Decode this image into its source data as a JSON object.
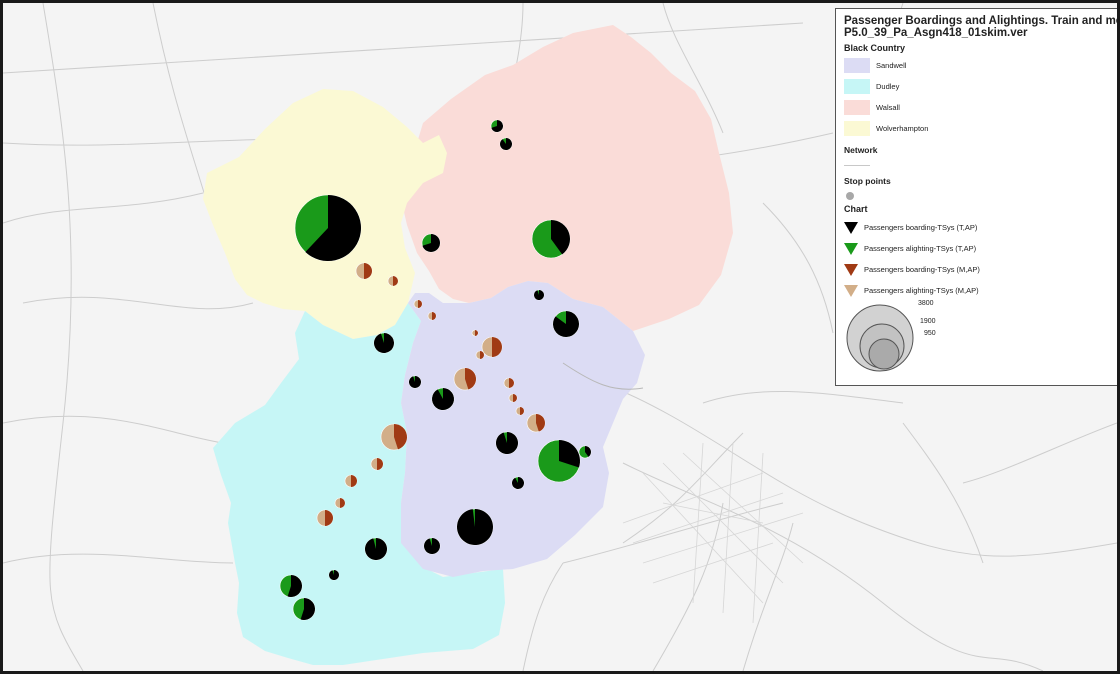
{
  "legend": {
    "title": "Passenger Boardings and Alightings. Train and metro",
    "subtitle": "P5.0_39_Pa_Asgn418_01skim.ver",
    "group_label": "Black Country",
    "areas": [
      {
        "label": "Sandwell",
        "color": "#dcdcf4"
      },
      {
        "label": "Dudley",
        "color": "#c6f6f6"
      },
      {
        "label": "Walsall",
        "color": "#fadcd8"
      },
      {
        "label": "Wolverhampton",
        "color": "#fbf9d4"
      }
    ],
    "network_label": "Network",
    "stop_points_label": "Stop points",
    "chart_label": "Chart",
    "chart_series": [
      {
        "label": "Passengers boarding-TSys (T,AP)",
        "color": "#000000"
      },
      {
        "label": "Passengers alighting-TSys (T,AP)",
        "color": "#1a9a1a"
      },
      {
        "label": "Passengers boarding-TSys (M,AP)",
        "color": "#a03a14"
      },
      {
        "label": "Passengers alighting-TSys (M,AP)",
        "color": "#d2ae88"
      }
    ],
    "size_scale": [
      "3800",
      "1900",
      "950"
    ]
  }
}
